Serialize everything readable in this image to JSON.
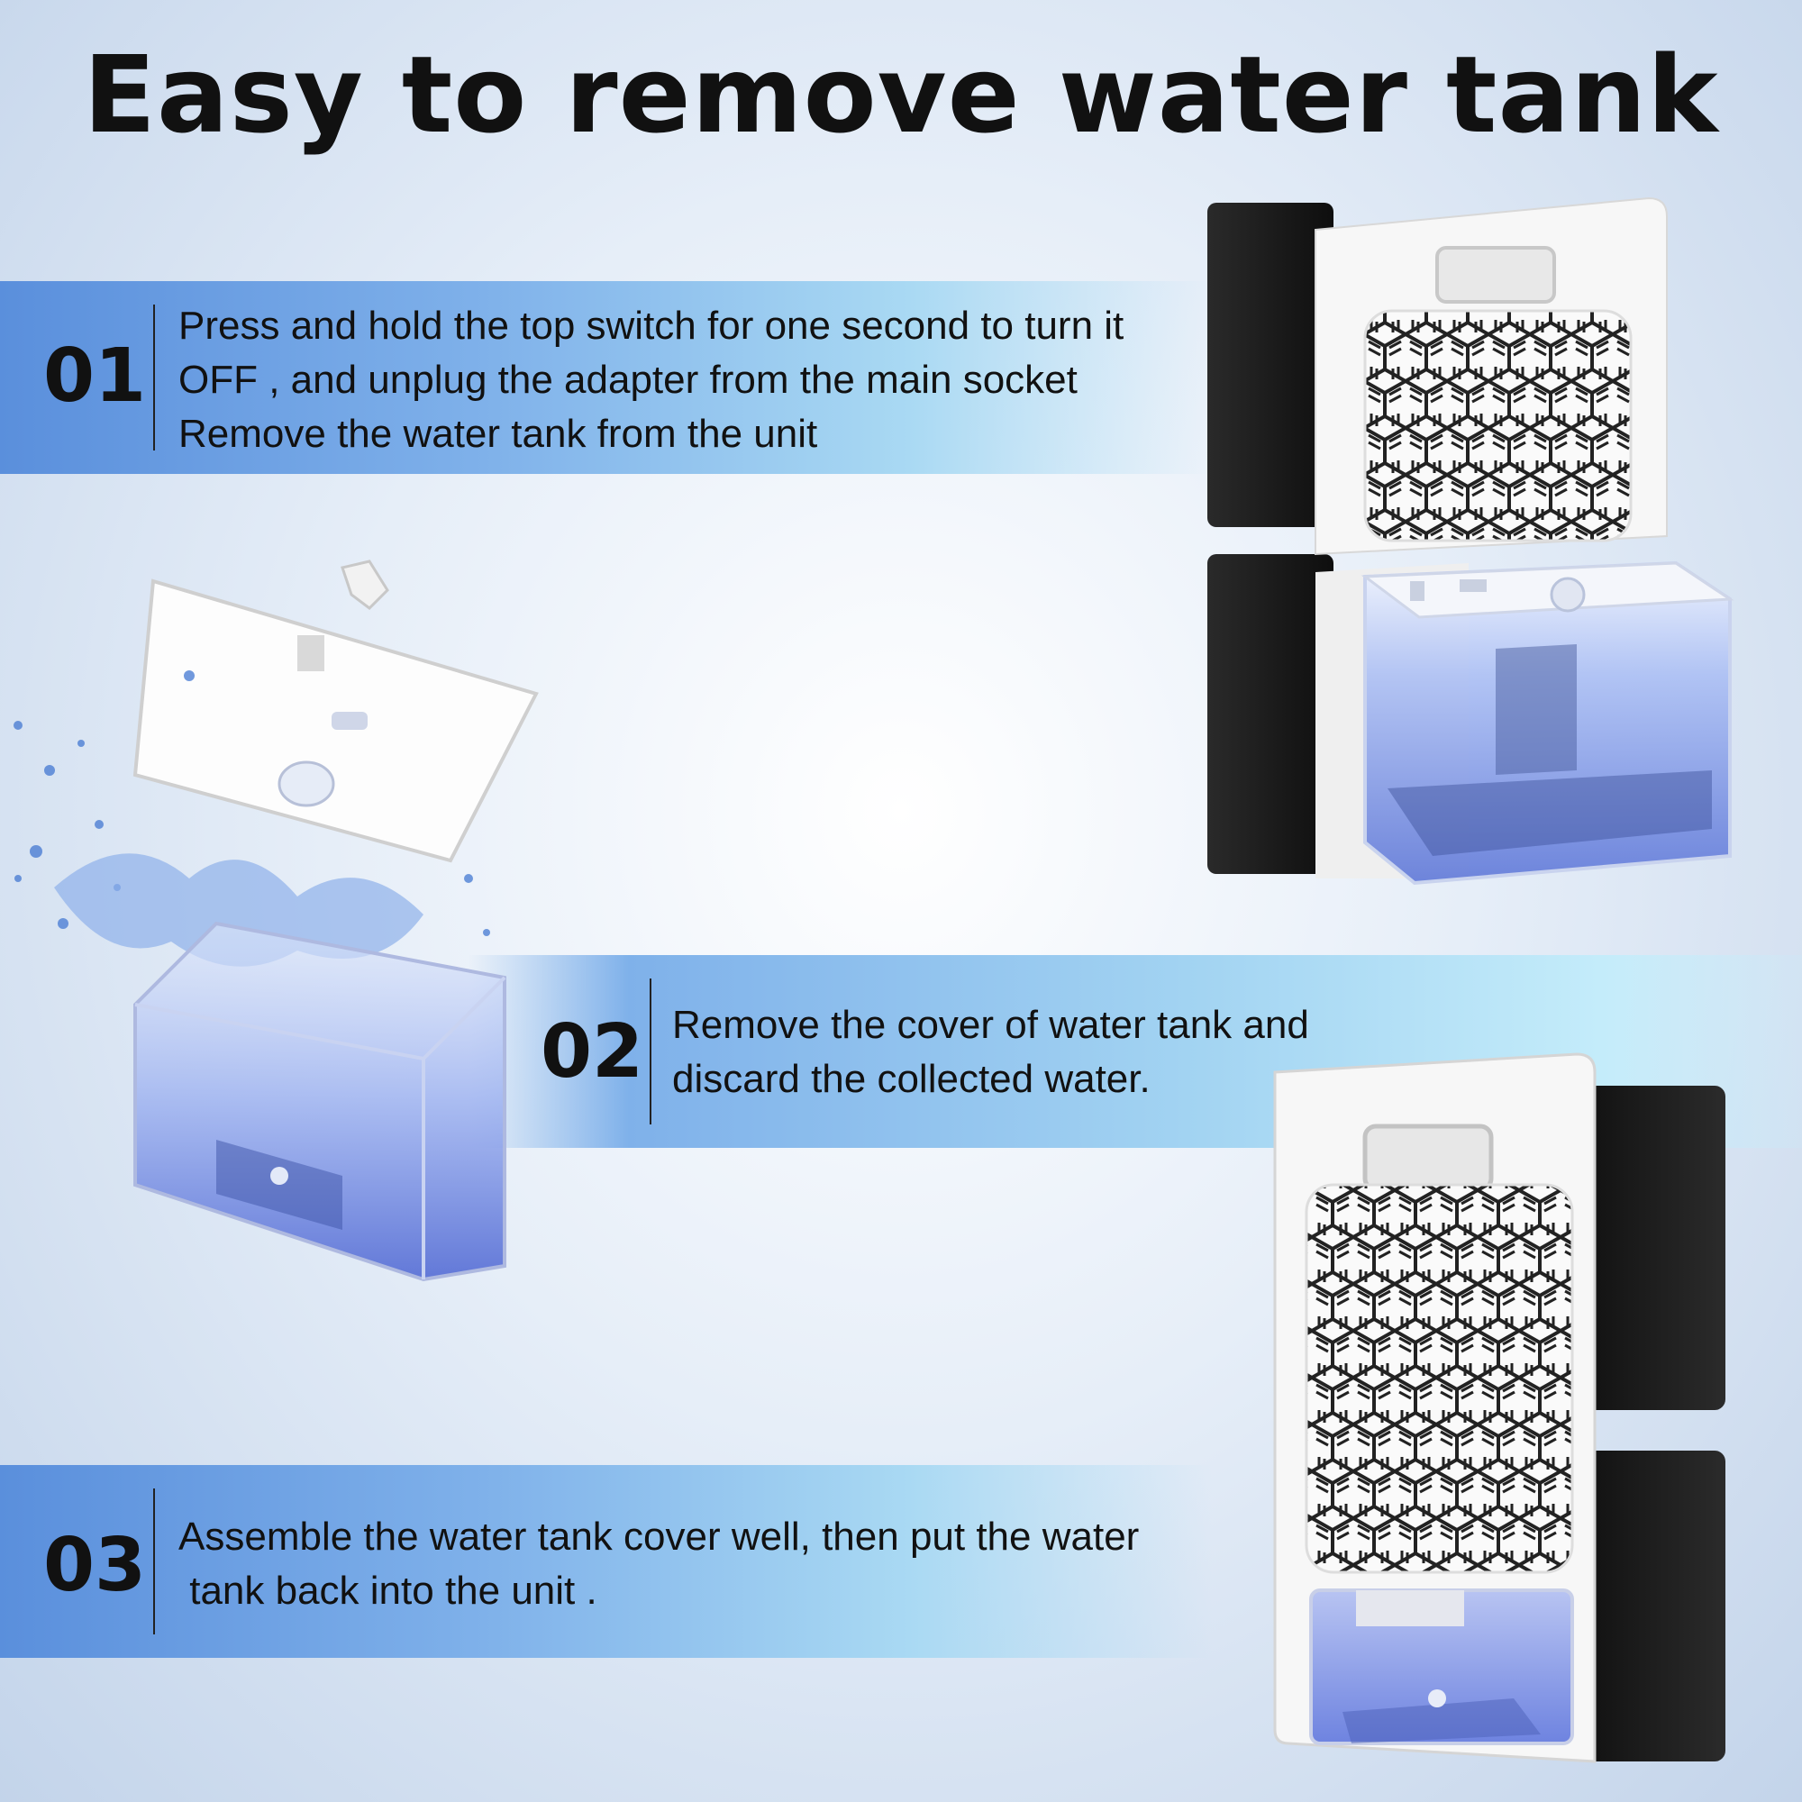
{
  "title": "Easy to remove water tank",
  "steps": [
    {
      "number": "01",
      "lines": [
        "Press and hold the top switch for one second to turn it",
        "OFF , and unplug the adapter from the main socket",
        "Remove the water tank from the unit"
      ]
    },
    {
      "number": "02",
      "lines": [
        "Remove the cover of water tank and",
        "discard the collected water."
      ]
    },
    {
      "number": "03",
      "lines": [
        "Assemble the water tank cover well, then put the water",
        " tank back into the unit ."
      ]
    }
  ],
  "colors": {
    "band_start": "#5a8fdc",
    "band_end": "#a9d9f3",
    "text": "#111111",
    "tank_blue": "#7d94e8",
    "fins": "#161616"
  }
}
